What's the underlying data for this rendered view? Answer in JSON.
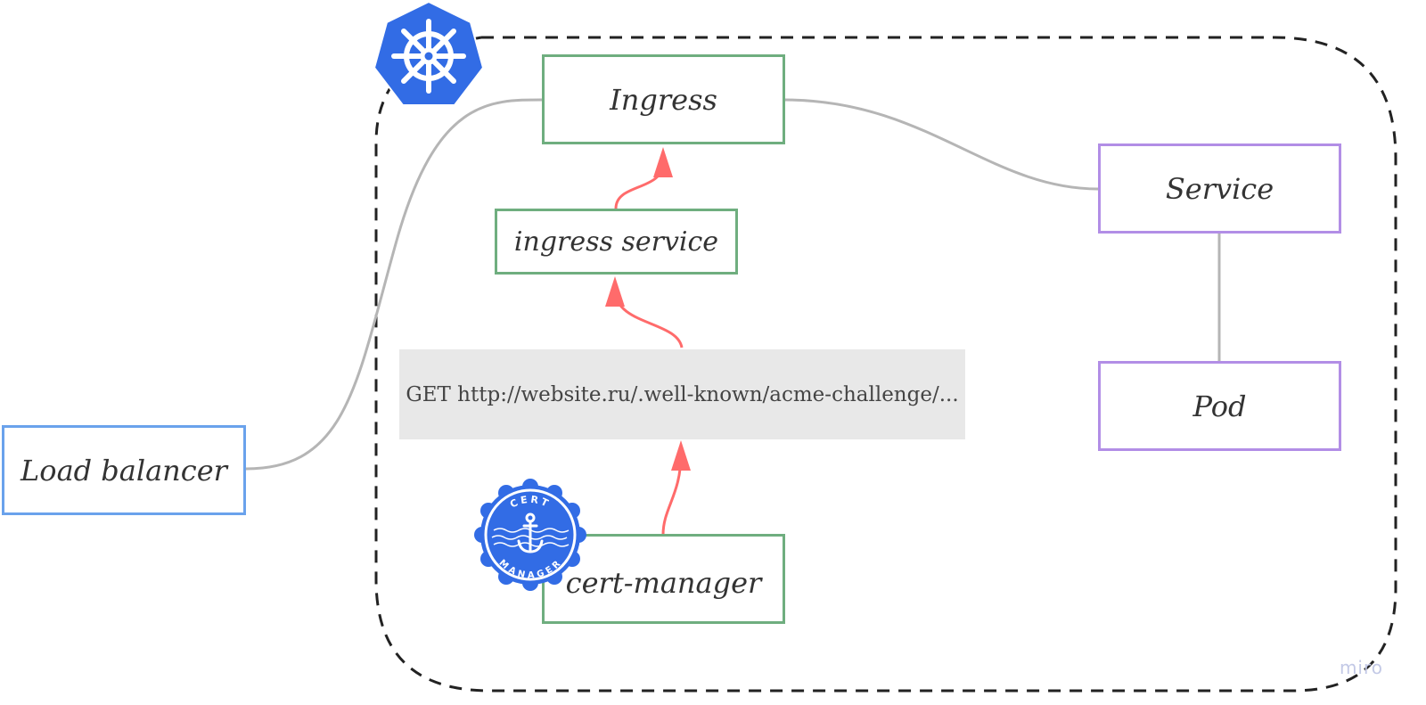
{
  "nodes": {
    "ingress": "Ingress",
    "ingress_service": "ingress service",
    "service": "Service",
    "pod": "Pod",
    "load_balancer": "Load balancer",
    "cert_manager": "cert-manager"
  },
  "request_note": "GET http://website.ru/.well-known/acme-challenge/...",
  "cert_badge": {
    "top_text": "CERT",
    "bottom_text": "MANAGER"
  },
  "watermark": "miro",
  "colors": {
    "green_border": "#6fae7f",
    "purple_border": "#b28ee6",
    "blue_border": "#6aa2ec",
    "arrow": "#ff6b6b",
    "connector": "#b5b5b5",
    "kubernetes_blue": "#326ce5"
  },
  "icons": [
    "kubernetes-helm-icon",
    "cert-manager-badge-icon"
  ]
}
